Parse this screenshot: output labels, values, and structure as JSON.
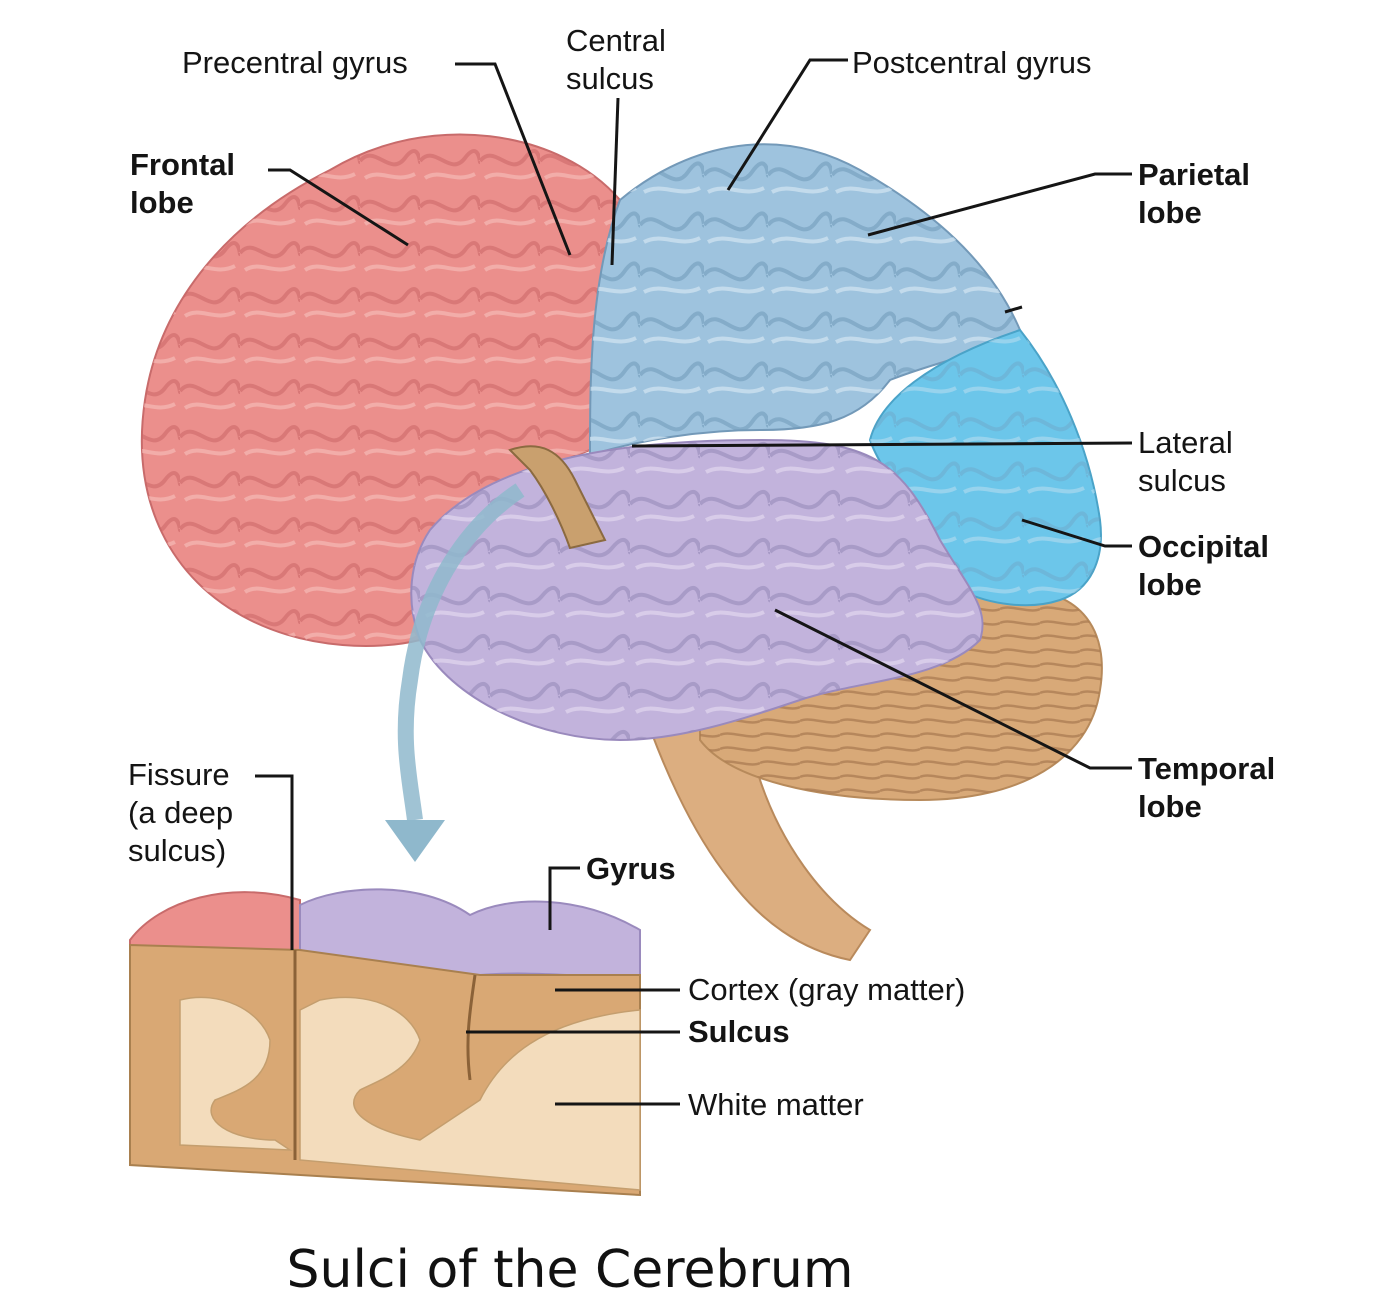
{
  "labels": {
    "precentral_gyrus": "Precentral gyrus",
    "central_sulcus": "Central\nsulcus",
    "postcentral_gyrus": "Postcentral gyrus",
    "frontal_lobe": "Frontal\nlobe",
    "parietal_lobe": "Parietal\nlobe",
    "lateral_sulcus": "Lateral\nsulcus",
    "occipital_lobe": "Occipital\nlobe",
    "temporal_lobe": "Temporal\nlobe",
    "fissure": "Fissure\n(a deep\nsulcus)",
    "gyrus": "Gyrus",
    "cortex": "Cortex (gray matter)",
    "sulcus": "Sulcus",
    "white_matter": "White matter"
  },
  "caption": "Sulci of the Cerebrum",
  "colors": {
    "frontal": "#eb8f8c",
    "parietal": "#9ec3de",
    "occipital": "#6cc6ea",
    "temporal": "#c2b3dc",
    "cerebellum": "#d8a978",
    "brainstem": "#dcae80",
    "gray_matter": "#d9a874",
    "white_matter": "#f3dcbc",
    "arrow": "#8fb8cc"
  }
}
